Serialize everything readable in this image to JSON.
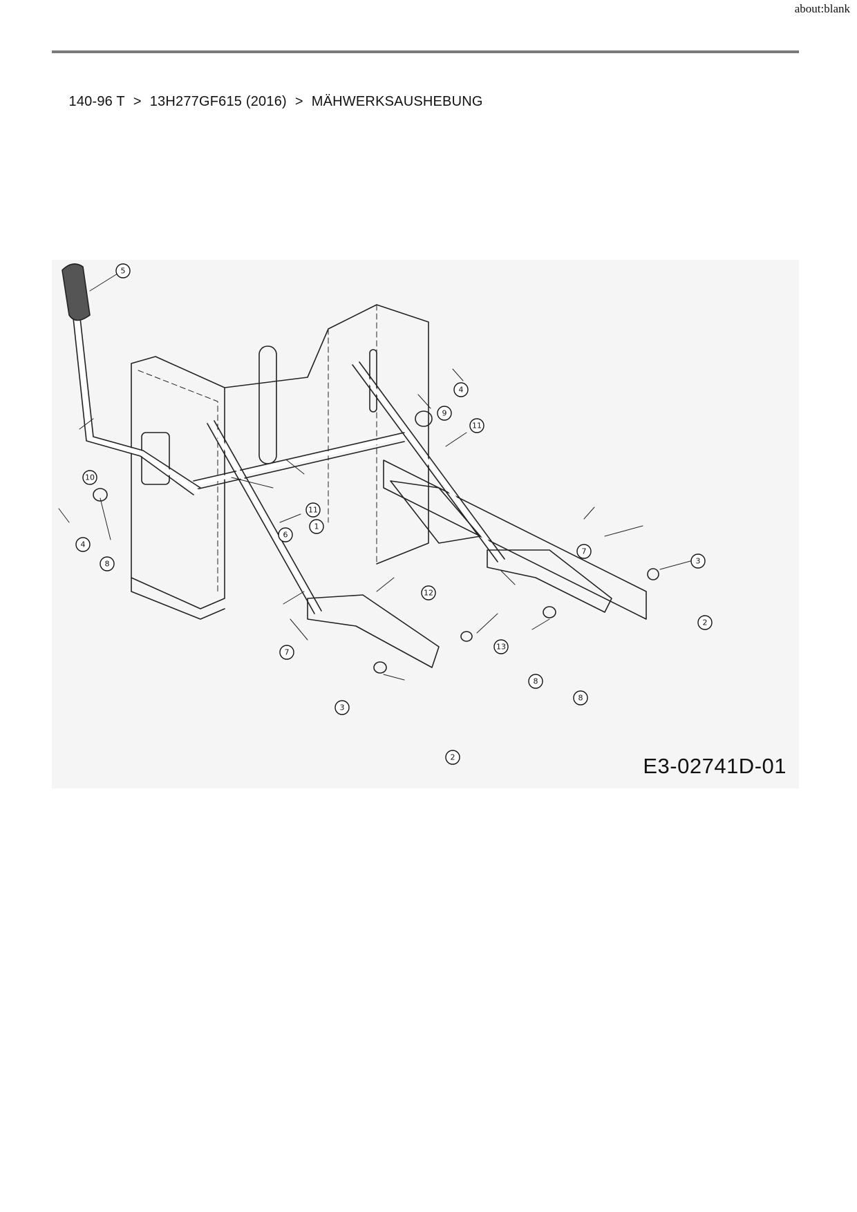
{
  "browser": {
    "url_text": "about:blank"
  },
  "breadcrumb": {
    "items": [
      "140-96 T",
      "13H277GF615 (2016)",
      "MÄHWERKSAUSHEBUNG"
    ],
    "separator": ">"
  },
  "diagram": {
    "code": "E3-02741D-01",
    "callouts": [
      "5",
      "10",
      "4",
      "8",
      "6",
      "1",
      "4",
      "9",
      "11",
      "11",
      "7",
      "3",
      "12",
      "7",
      "3",
      "8",
      "2",
      "13",
      "2",
      "8"
    ]
  }
}
